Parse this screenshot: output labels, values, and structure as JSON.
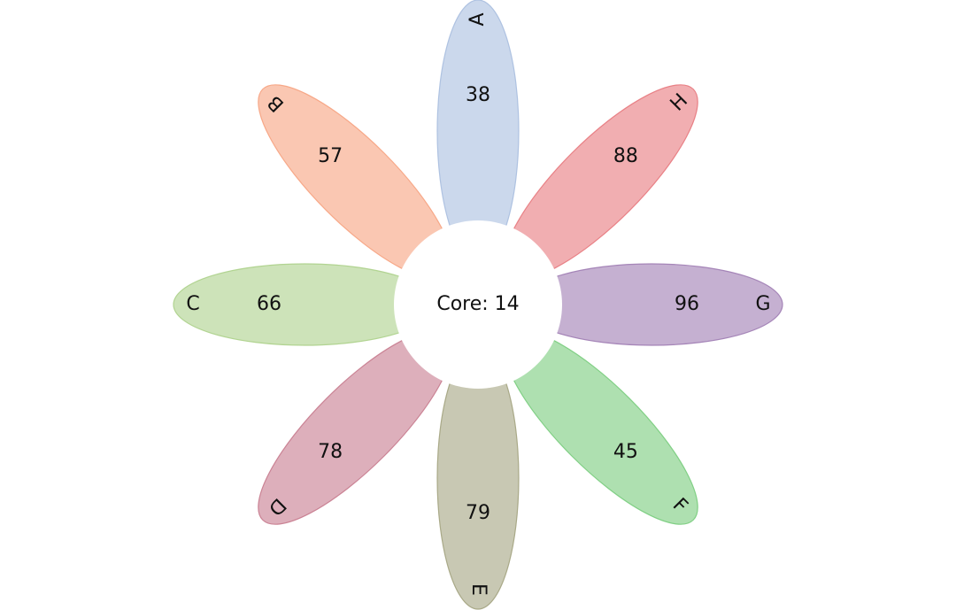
{
  "diagram": {
    "type": "flower-venn",
    "core": {
      "text": "Core: 14",
      "value": 14
    },
    "petals": [
      {
        "label": "A",
        "value": "38",
        "color": "#a9bedf"
      },
      {
        "label": "B",
        "value": "57",
        "color": "#f6a27f"
      },
      {
        "label": "C",
        "value": "66",
        "color": "#acd08a"
      },
      {
        "label": "D",
        "value": "78",
        "color": "#c77a8d"
      },
      {
        "label": "E",
        "value": "79",
        "color": "#a3a380"
      },
      {
        "label": "F",
        "value": "45",
        "color": "#78cc7c"
      },
      {
        "label": "G",
        "value": "96",
        "color": "#9e7cb3"
      },
      {
        "label": "H",
        "value": "88",
        "color": "#e7787d"
      }
    ],
    "petal_order": "counterclockwise-from-top"
  }
}
